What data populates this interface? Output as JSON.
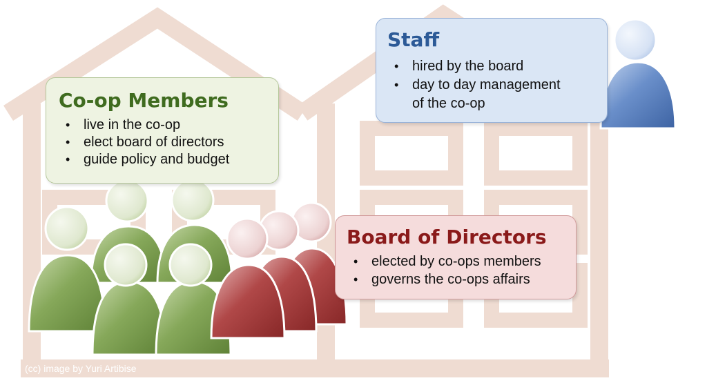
{
  "members": {
    "title": "Co-op Members",
    "bullets": [
      "live in the co-op",
      "elect board of directors",
      "guide policy and budget"
    ]
  },
  "staff": {
    "title": "Staff",
    "bullets": [
      "hired by the board",
      "day to day management",
      "of the co-op"
    ]
  },
  "board": {
    "title": "Board of Directors",
    "bullets": [
      "elected by co-ops members",
      "governs the co-ops affairs"
    ]
  },
  "credit": "(cc) image by Yuri Artibise",
  "colors": {
    "house": "#efdcd2",
    "members_green": "#7a9e4e",
    "board_red": "#a33a3a",
    "staff_blue": "#5b82bd"
  }
}
